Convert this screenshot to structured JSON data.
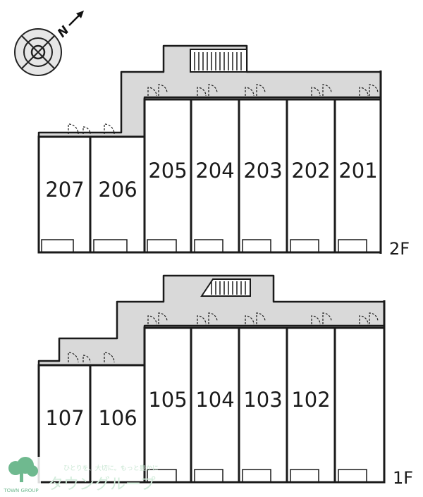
{
  "compass": {
    "letter": "N",
    "icon": "north-arrow-icon"
  },
  "floors": [
    {
      "id": "2f",
      "label": "2F",
      "units": [
        {
          "number": "207"
        },
        {
          "number": "206"
        },
        {
          "number": "205"
        },
        {
          "number": "204"
        },
        {
          "number": "203"
        },
        {
          "number": "202"
        },
        {
          "number": "201"
        }
      ]
    },
    {
      "id": "1f",
      "label": "1F",
      "units": [
        {
          "number": "107"
        },
        {
          "number": "106"
        },
        {
          "number": "105"
        },
        {
          "number": "104"
        },
        {
          "number": "103"
        },
        {
          "number": "102"
        },
        {
          "number": ""
        }
      ]
    }
  ],
  "watermark": {
    "logo_text": "TOWN GROUP",
    "tagline": "ひとりを、大切に。もっと豊かに",
    "name": "タウングループ"
  },
  "colors": {
    "line": "#1a1a1a",
    "corridor": "#d9d9d9",
    "watermark": "#6fb98f"
  }
}
